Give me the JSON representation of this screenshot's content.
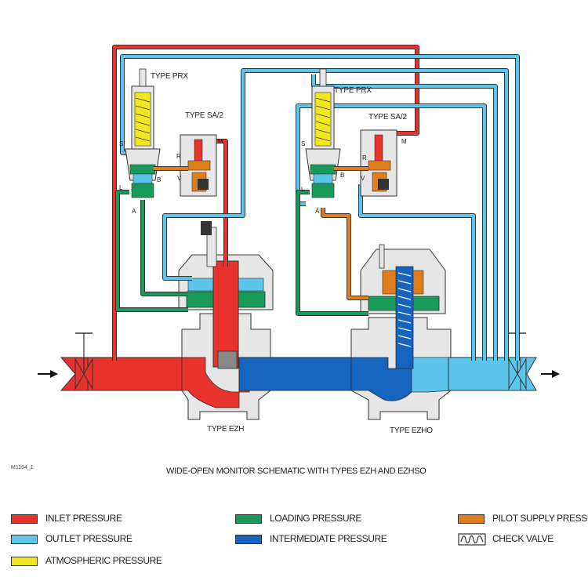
{
  "diagram": {
    "title": "WIDE-OPEN MONITOR SCHEMATIC WITH TYPES EZH AND EZHSO",
    "code": "M1164_1",
    "labels": {
      "prx_left": "TYPE PRX",
      "prx_right": "TYPE PRX",
      "sa2_left": "TYPE SA/2",
      "sa2_right": "TYPE SA/2",
      "ezh": "TYPE EZH",
      "ezhso": "TYPE EZHO",
      "port_s": "S",
      "port_l": "L",
      "port_a": "A",
      "port_b": "B",
      "port_r": "R",
      "port_v": "V",
      "port_m": "M"
    }
  },
  "legend": [
    {
      "label": "INLET PRESSURE",
      "color": "#e8322d"
    },
    {
      "label": "OUTLET PRESSURE",
      "color": "#5bc5ec"
    },
    {
      "label": "ATMOSPHERIC PRESSURE",
      "color": "#f2e61f"
    },
    {
      "label": "LOADING PRESSURE",
      "color": "#1a9a5a"
    },
    {
      "label": "INTERMEDIATE PRESSURE",
      "color": "#1565c0"
    },
    {
      "label": "PILOT SUPPLY PRESSURE",
      "color": "#e07e1b"
    },
    {
      "label": "CHECK VALVE",
      "color": "#ffffff"
    }
  ],
  "colors": {
    "inlet": "#e8322d",
    "outlet": "#5bc5ec",
    "atmospheric": "#f2e61f",
    "loading": "#1a9a5a",
    "intermediate": "#1565c0",
    "pilot_supply": "#e07e1b",
    "body": "#e6e6e6",
    "outline": "#333333"
  }
}
